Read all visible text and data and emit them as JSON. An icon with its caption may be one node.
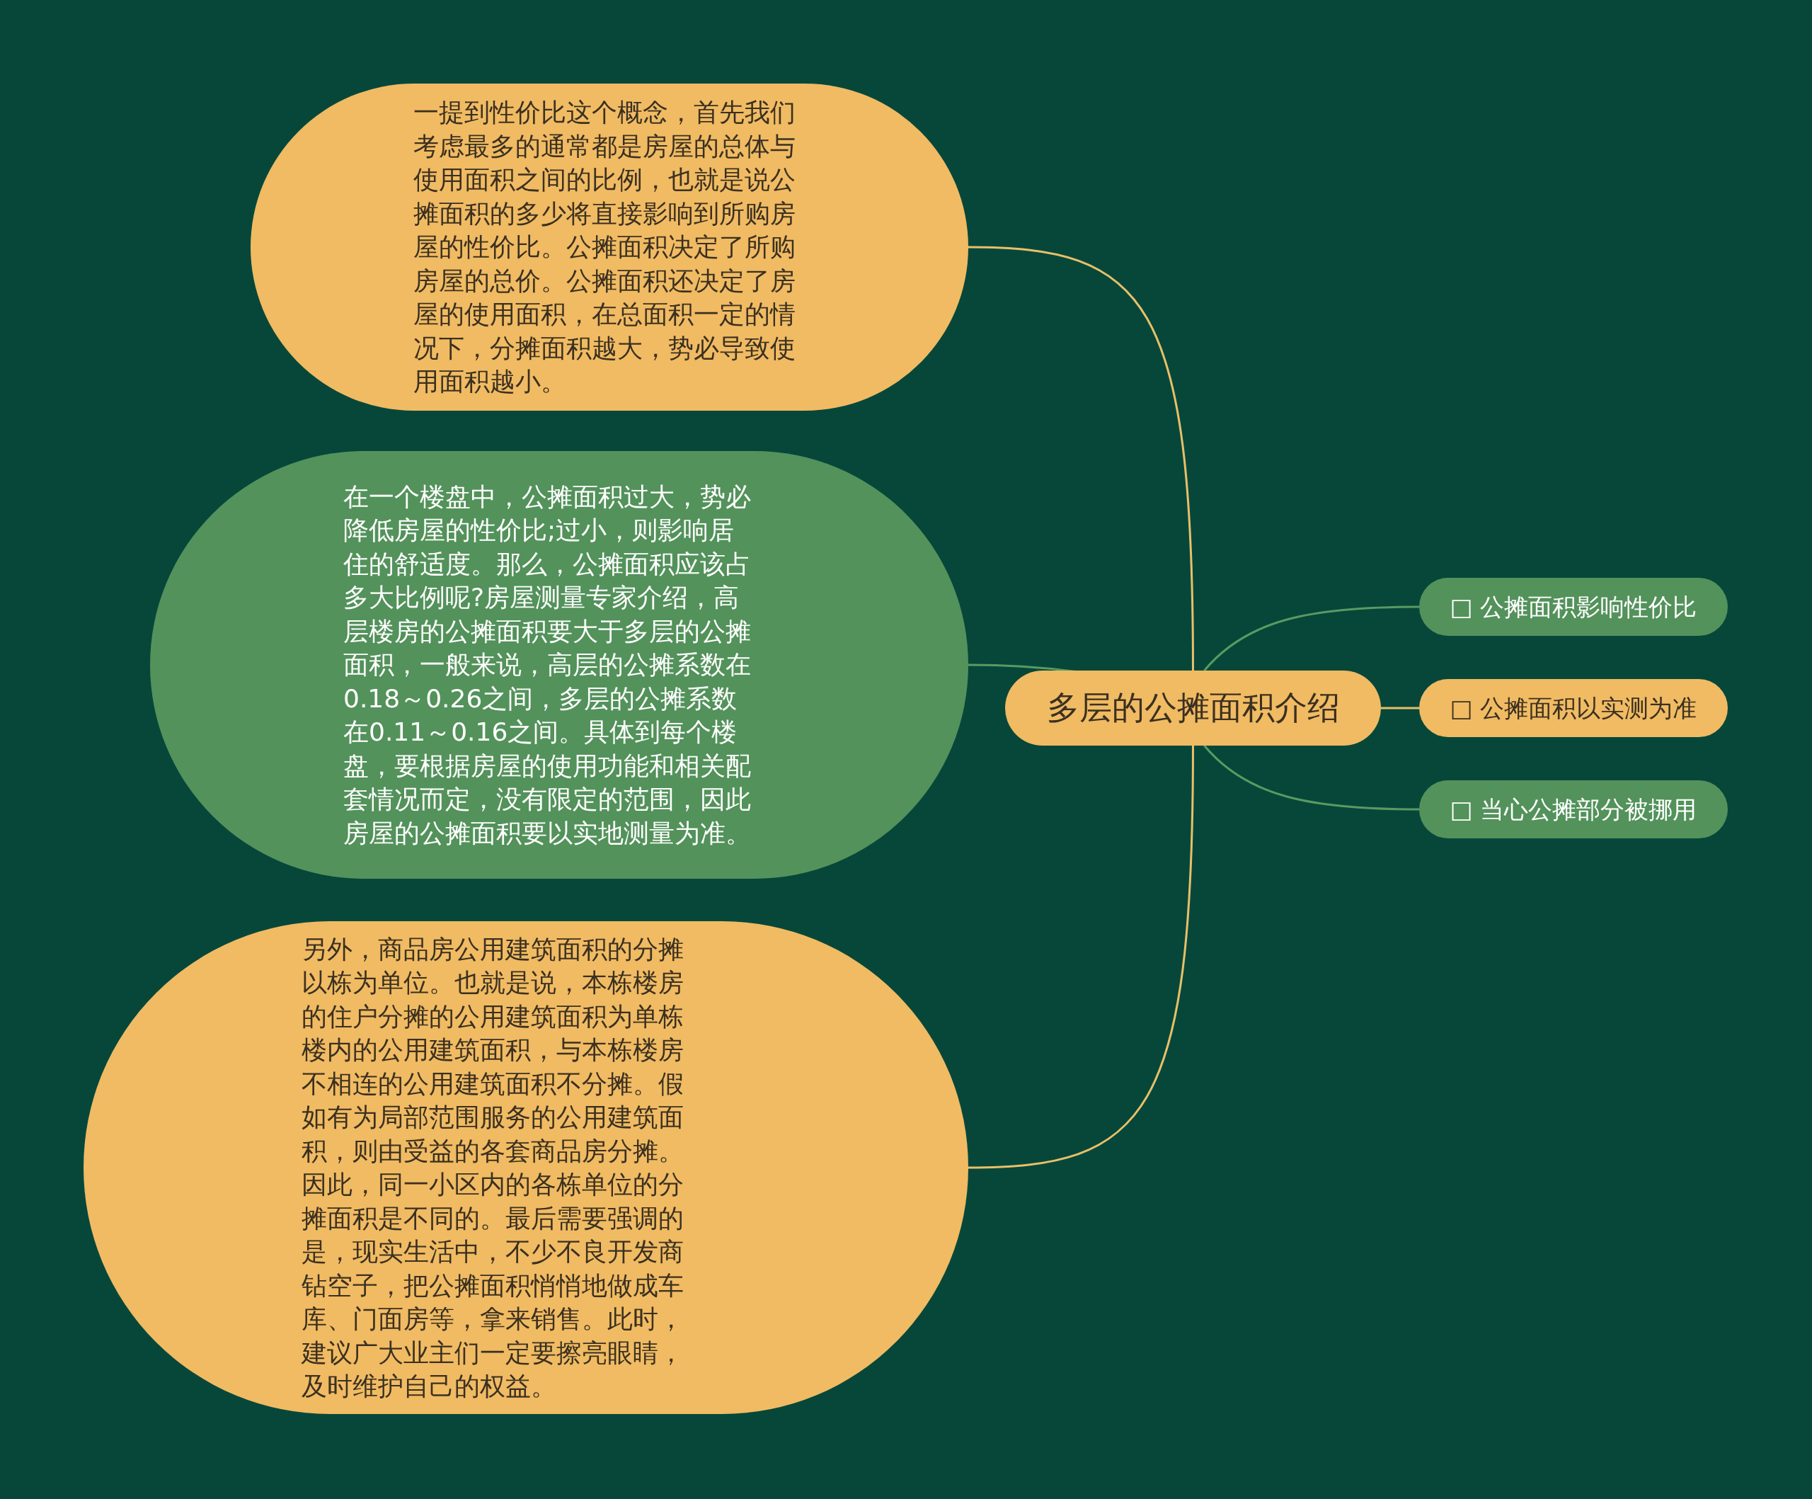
{
  "diagram": {
    "nodes": [
      {
        "text": [
          "多层的公摊面积介绍"
        ]
      },
      {
        "text": [
          "一提到性价比这个概念，首先我们考虑最多的通常都是房屋的总体与使用面积之间的比例，也就是说公摊面积的多少将直接影响到所购房屋的性价比。公摊面积决定了所购房屋的总价。公摊面积还决定了房屋的使用面积，在总面积一定的情况下，分摊面积越大，势必导致使用面积越小。"
        ]
      },
      {
        "text": [
          "在一个楼盘中，公摊面积过大，势必降低房屋的性价比;过小，则影响居住的舒适度。那么，公摊面积应该占多大比例呢?房屋测量专家介绍，高层楼房的公摊面积要大于多层的公摊面积，一般来说，高层的公摊系数在0.18～0.26之间，多层的公摊系数在0.11～0.16之间。具体到每个楼盘，要根据房屋的使用功能和相关配套情况而定，没有限定的范围，因此房屋的公摊面积要以实地测量为准。"
        ]
      },
      {
        "text": [
          "另外，商品房公用建筑面积的分摊以栋为单位。也就是说，本栋楼房的住户分摊的公用建筑面积为单栋楼内的公用建筑面积，与本栋楼房不相连的公用建筑面积不分摊。假如有为局部范围服务的公用建筑面积，则由受益的各套商品房分摊。因此，同一小区内的各栋单位的分摊面积是不同的。最后需要强调的是，现实生活中，不少不良开发商钻空子，把公摊面积悄悄地做成车库、门面房等，拿来销售。此时，建议广大业主们一定要擦亮眼睛，及时维护自己的权益。"
        ]
      },
      {
        "text": [
          "□ 公摊面积影响性价比"
        ]
      },
      {
        "text": [
          "□ 公摊面积以实测为准"
        ]
      },
      {
        "text": [
          "□ 当心公摊部分被挪用"
        ]
      }
    ],
    "edges": [
      {
        "from": 0,
        "to": 1,
        "arrow": "none",
        "color": "#e8c068"
      },
      {
        "from": 0,
        "to": 2,
        "arrow": "none",
        "color": "#5a9a62"
      },
      {
        "from": 0,
        "to": 3,
        "arrow": "none",
        "color": "#e8c068"
      },
      {
        "from": 0,
        "to": 4,
        "arrow": "none",
        "color": "#5a9a62"
      },
      {
        "from": 0,
        "to": 5,
        "arrow": "none",
        "color": "#e8c068"
      },
      {
        "from": 0,
        "to": 6,
        "arrow": "none",
        "color": "#5a9a62"
      }
    ]
  }
}
